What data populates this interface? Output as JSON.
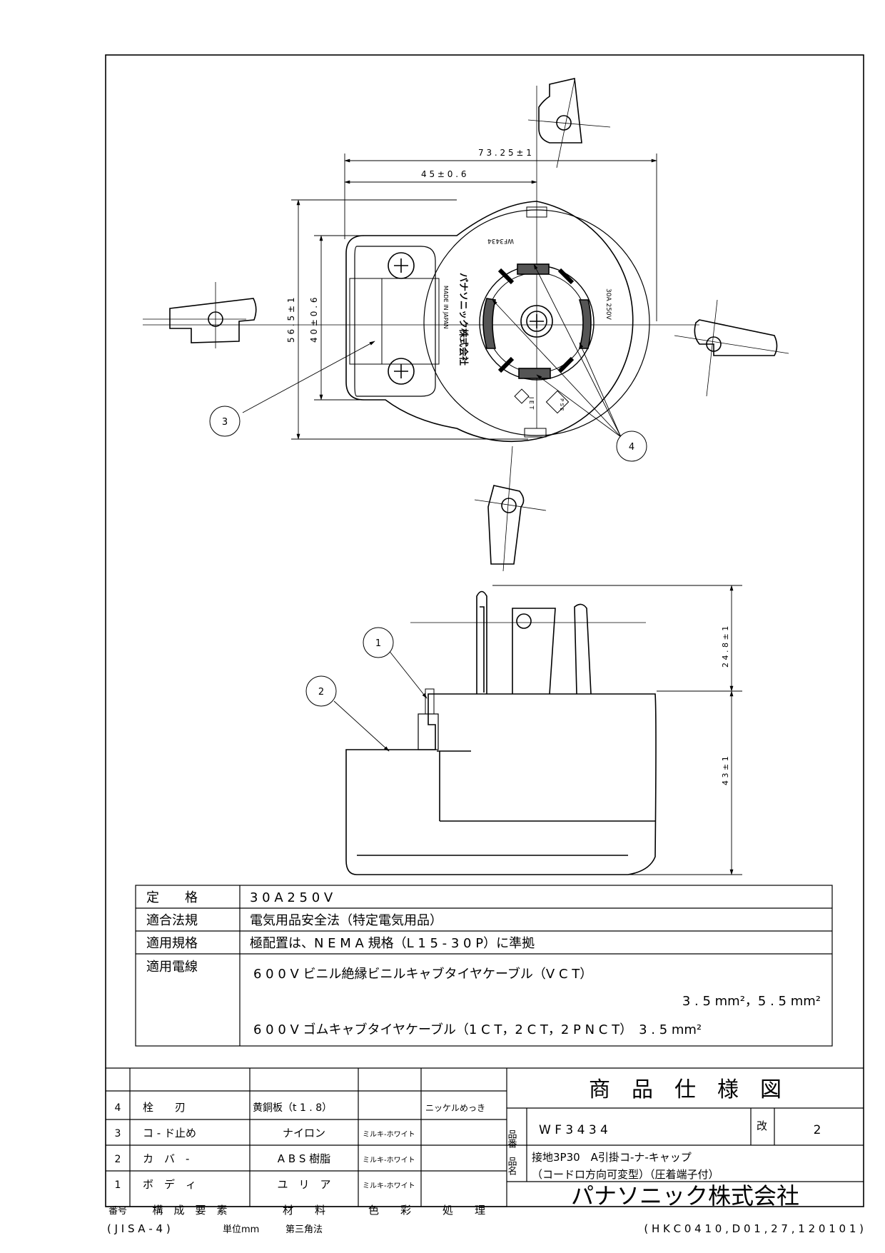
{
  "dimensions": {
    "overall_width": "7 3 . 2 5 ± 1",
    "center_offset": "4 5 ± 0 . 6",
    "body_height": "5 6 . 5 ± 1",
    "screw_pitch": "4 0 ± 0 . 6",
    "blade_length": "2 4 . 8 ± 1",
    "body_depth": "4 3 ± 1"
  },
  "face_markings": {
    "brand": "パナソニック株式会社",
    "origin": "MADE IN JAPAN",
    "model": "WF3434",
    "rating": "30A 250V",
    "jet": "J E T",
    "pse": "P S E"
  },
  "callouts": [
    "1",
    "2",
    "3",
    "4"
  ],
  "spec_table": [
    {
      "label": "定　　格",
      "lines": [
        "3 0  A  2 5 0  V"
      ]
    },
    {
      "label": "適合法規",
      "lines": [
        "電気用品安全法（特定電気用品）"
      ]
    },
    {
      "label": "適用規格",
      "lines": [
        "極配置は、N E M A 規格（L 1 5 - 3 0 P）に準拠"
      ]
    },
    {
      "label": "適用電線",
      "lines": [
        "6 0 0  V ビニル絶縁ビニルキャブタイヤケーブル（V C T）",
        "3 . 5  mm²，5 . 5  mm²",
        "6 0 0  V ゴムキャブタイヤケーブル（1 C T，2 C T，2 P N C T）　3 . 5  mm²"
      ]
    }
  ],
  "parts_table": {
    "headers": [
      "番号",
      "構　成　要　素",
      "材　　料",
      "色　　彩",
      "処　　理"
    ],
    "rows": [
      {
        "no": "4",
        "part": "栓　　刃",
        "material": "黄銅板（t 1 . 8）",
        "color": "",
        "treatment": "ニッケルめっき"
      },
      {
        "no": "3",
        "part": "コ - ド止め",
        "material": "ナイロン",
        "color": "ミルキ-ホワイト",
        "treatment": ""
      },
      {
        "no": "2",
        "part": "カ　バ　-",
        "material": "A B S 樹脂",
        "color": "ミルキ-ホワイト",
        "treatment": ""
      },
      {
        "no": "1",
        "part": "ボ　デ　ィ",
        "material": "ユ　リ　ア",
        "color": "ミルキ-ホワイト",
        "treatment": ""
      }
    ]
  },
  "title_block": {
    "title": "商　品　仕　様　図",
    "part_no_label": "品番",
    "part_no": "W F 3 4 3 4",
    "revision_label": "改",
    "revision": "2",
    "name_label": "品名",
    "name_line1": "接地3P30　A引掛コ-ナ-キャップ",
    "name_line2": "（コードロ方向可変型）（圧着端子付）",
    "company": "パナソニック株式会社"
  },
  "footer": {
    "standard": "( J I S  A - 4 )",
    "units": "単位mm",
    "projection": "第三角法",
    "doc_id": "( H K C 0 4 1 0 , D 0 1 , 2 7 , 1 2 0 1 0 1 )"
  }
}
